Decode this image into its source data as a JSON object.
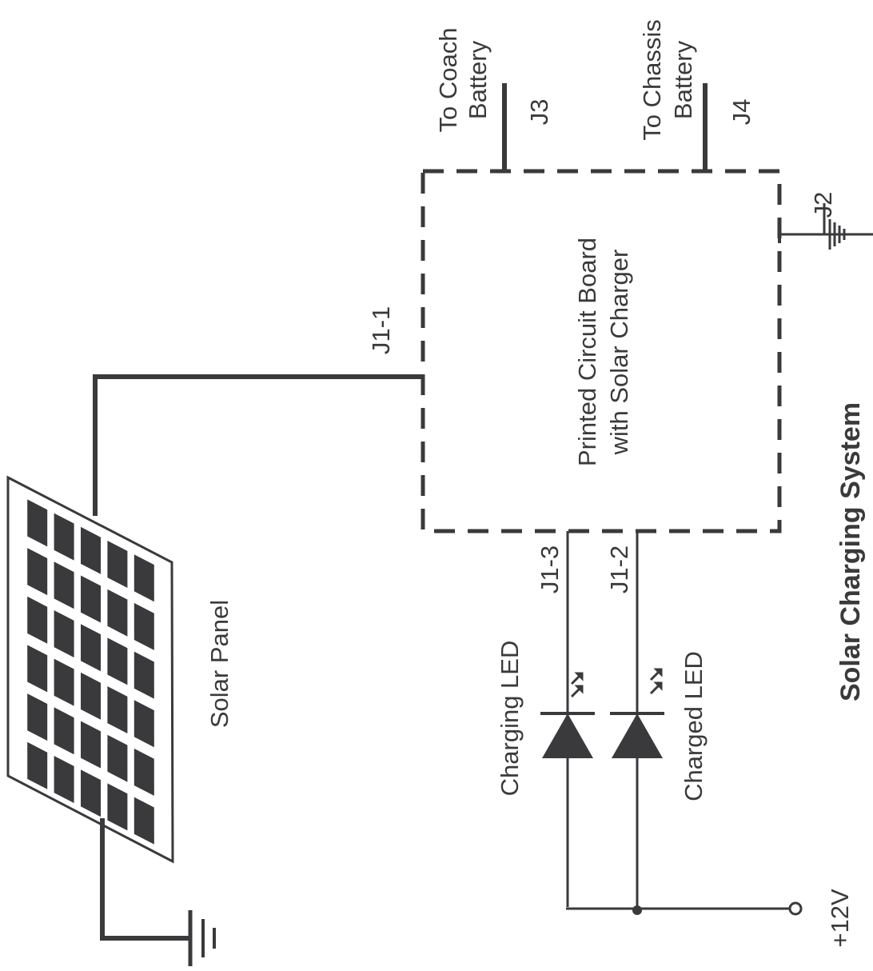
{
  "title": "Solar Charging System",
  "components": {
    "solar_panel": "Solar Panel",
    "pcb_line1": "Printed Circuit Board",
    "pcb_line2": "with Solar Charger",
    "coach_line1": "To Coach",
    "coach_line2": "Battery",
    "chassis_line1": "To Chassis",
    "chassis_line2": "Battery",
    "charging_led": "Charging LED",
    "charged_led": "Charged LED",
    "supply": "+12V"
  },
  "connectors": {
    "j1_1": "J1-1",
    "j1_2": "J1-2",
    "j1_3": "J1-3",
    "j2": "J2",
    "j3": "J3",
    "j4": "J4"
  },
  "colors": {
    "line": "#3a3a3c",
    "cell": "#3a3a3c",
    "background": "#ffffff"
  }
}
